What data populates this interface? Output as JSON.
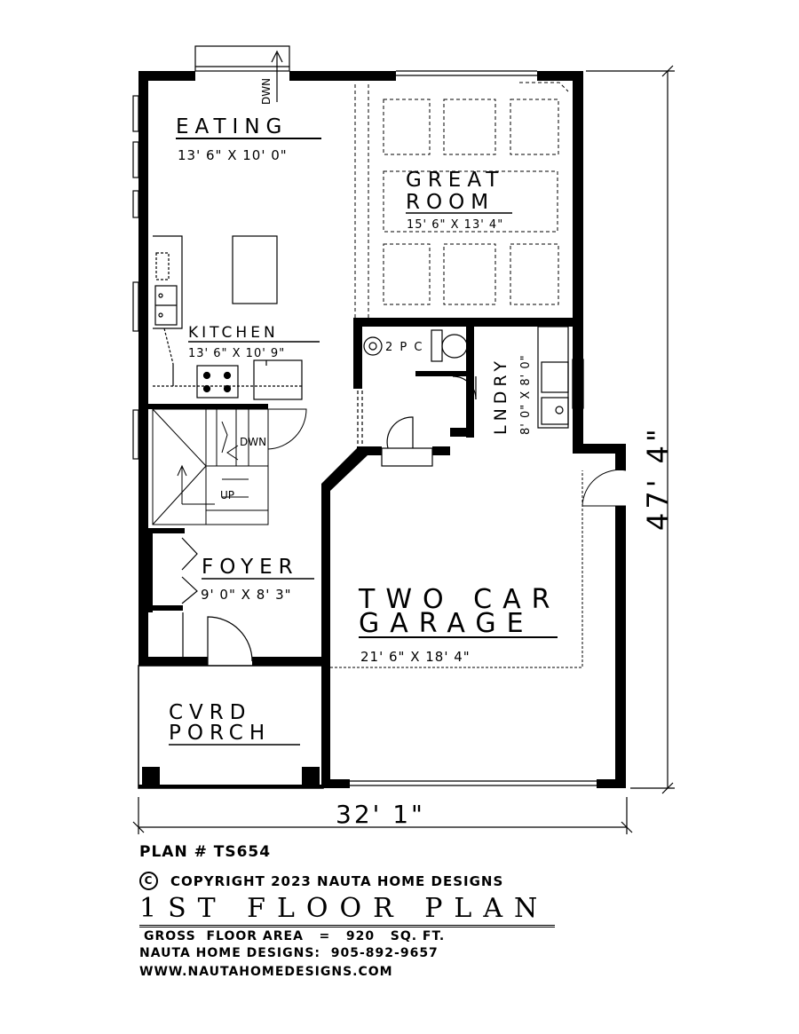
{
  "rooms": {
    "eating": {
      "name": "EATING",
      "dims": "13' 6\" X 10' 0\""
    },
    "great_room": {
      "name_line1": "GREAT",
      "name_line2": "ROOM",
      "dims": "15' 6\" X 13' 4\""
    },
    "kitchen": {
      "name": "KITCHEN",
      "dims": "13' 6\" X 10' 9\""
    },
    "powder": {
      "name": "2 P C"
    },
    "laundry": {
      "name": "LNDRY",
      "dims": "8' 0\" X 8' 0\""
    },
    "foyer": {
      "name": "FOYER",
      "dims": "9' 0\" X 8' 3\""
    },
    "garage": {
      "name_line1": "TWO CAR",
      "name_line2": "GARAGE",
      "dims": "21' 6\" X 18' 4\""
    },
    "porch": {
      "name_line1": "CVRD",
      "name_line2": "PORCH"
    }
  },
  "stairs": {
    "down_top": "DWN",
    "down": "DWN",
    "up": "UP"
  },
  "overall": {
    "width": "32' 1\"",
    "depth": "47' 4\""
  },
  "footer": {
    "plan_number": "PLAN # TS654",
    "copyright_symbol": "C",
    "copyright": "COPYRIGHT 2023 NAUTA HOME DESIGNS",
    "floor_title": "1ST FLOOR PLAN",
    "gross_area": "GROSS  FLOOR AREA   =   920   SQ. FT.",
    "phone": "NAUTA HOME DESIGNS:  905-892-9657",
    "website": "WWW.NAUTAHOMEDESIGNS.COM"
  }
}
